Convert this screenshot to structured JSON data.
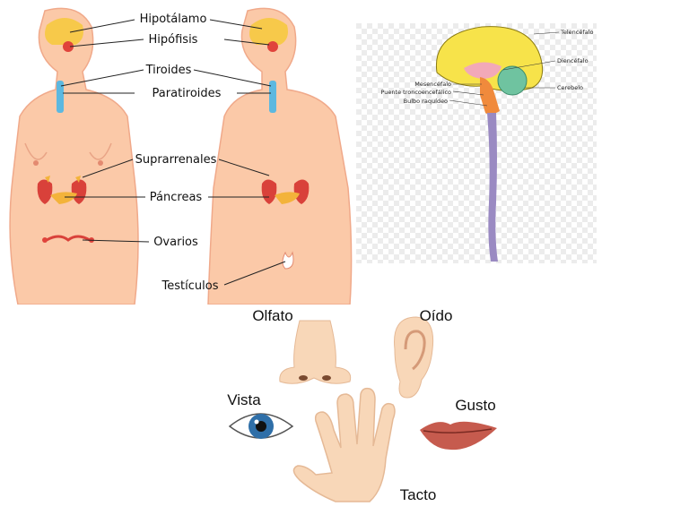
{
  "endocrine": {
    "labels": [
      "Hipotálamo",
      "Hipófisis",
      "Tiroides",
      "Paratiroides",
      "Suprarrenales",
      "Páncreas",
      "Ovarios",
      "Testículos"
    ],
    "colors": {
      "skin": "#fbc9a8",
      "skin_outline": "#f0a98a",
      "brain": "#f7c94a",
      "gland": "#e0433b",
      "thyroid": "#5cb8e0",
      "adrenal": "#f3b33a",
      "kidney": "#d9413a"
    }
  },
  "brain": {
    "labels": [
      "Telencéfalo",
      "Diencéfalo",
      "Mesencéfalo",
      "Puente troncoencefálico",
      "Bulbo raquídeo",
      "Cerebelo"
    ],
    "colors": {
      "cortex": "#f7e34a",
      "stem": "#f08a3c",
      "cerebellum": "#6fc3a0",
      "spinal": "#9a8ac2",
      "diencephalon": "#f2a9b8"
    }
  },
  "senses": {
    "labels": [
      "Olfato",
      "Oído",
      "Vista",
      "Gusto",
      "Tacto"
    ],
    "icons": [
      "nose-icon",
      "ear-icon",
      "eye-icon",
      "mouth-icon",
      "hand-icon"
    ],
    "colors": {
      "skin": "#f8d7b8",
      "eye": "#2f6fa8",
      "lips": "#c65b4e"
    }
  }
}
